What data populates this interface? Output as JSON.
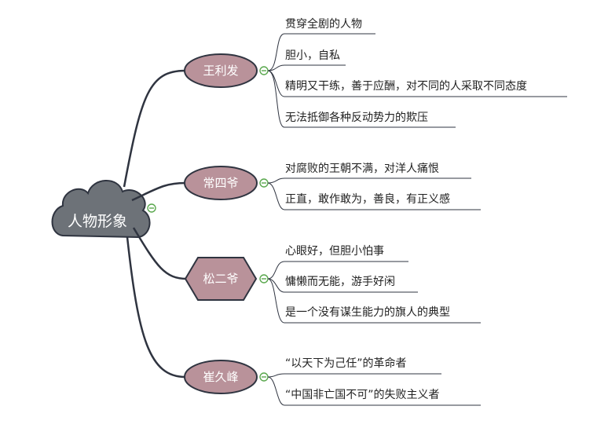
{
  "root": {
    "label": "人物形象"
  },
  "branches": [
    {
      "label": "王利发",
      "items": [
        "贯穿全剧的人物",
        "胆小，自私",
        "精明又干练，善于应酬，对不同的人采取不同态度",
        "无法抵御各种反动势力的欺压"
      ]
    },
    {
      "label": "常四爷",
      "items": [
        "对腐败的王朝不满，对洋人痛恨",
        "正直，敢作敢为，善良，有正义感"
      ]
    },
    {
      "label": "松二爷",
      "items": [
        "心眼好，但胆小怕事",
        "慵懒而无能，游手好闲",
        "是一个没有谋生能力的旗人的典型"
      ]
    },
    {
      "label": "崔久峰",
      "items": [
        "“以天下为己任”的革命者",
        "“中国非亡国不可”的失败主义者"
      ]
    }
  ],
  "colors": {
    "root_fill": "#6d7278",
    "node_fill": "#b9929a",
    "outline": "#2f3440",
    "collapse": "#5aa84e",
    "text_dark": "#222222"
  }
}
